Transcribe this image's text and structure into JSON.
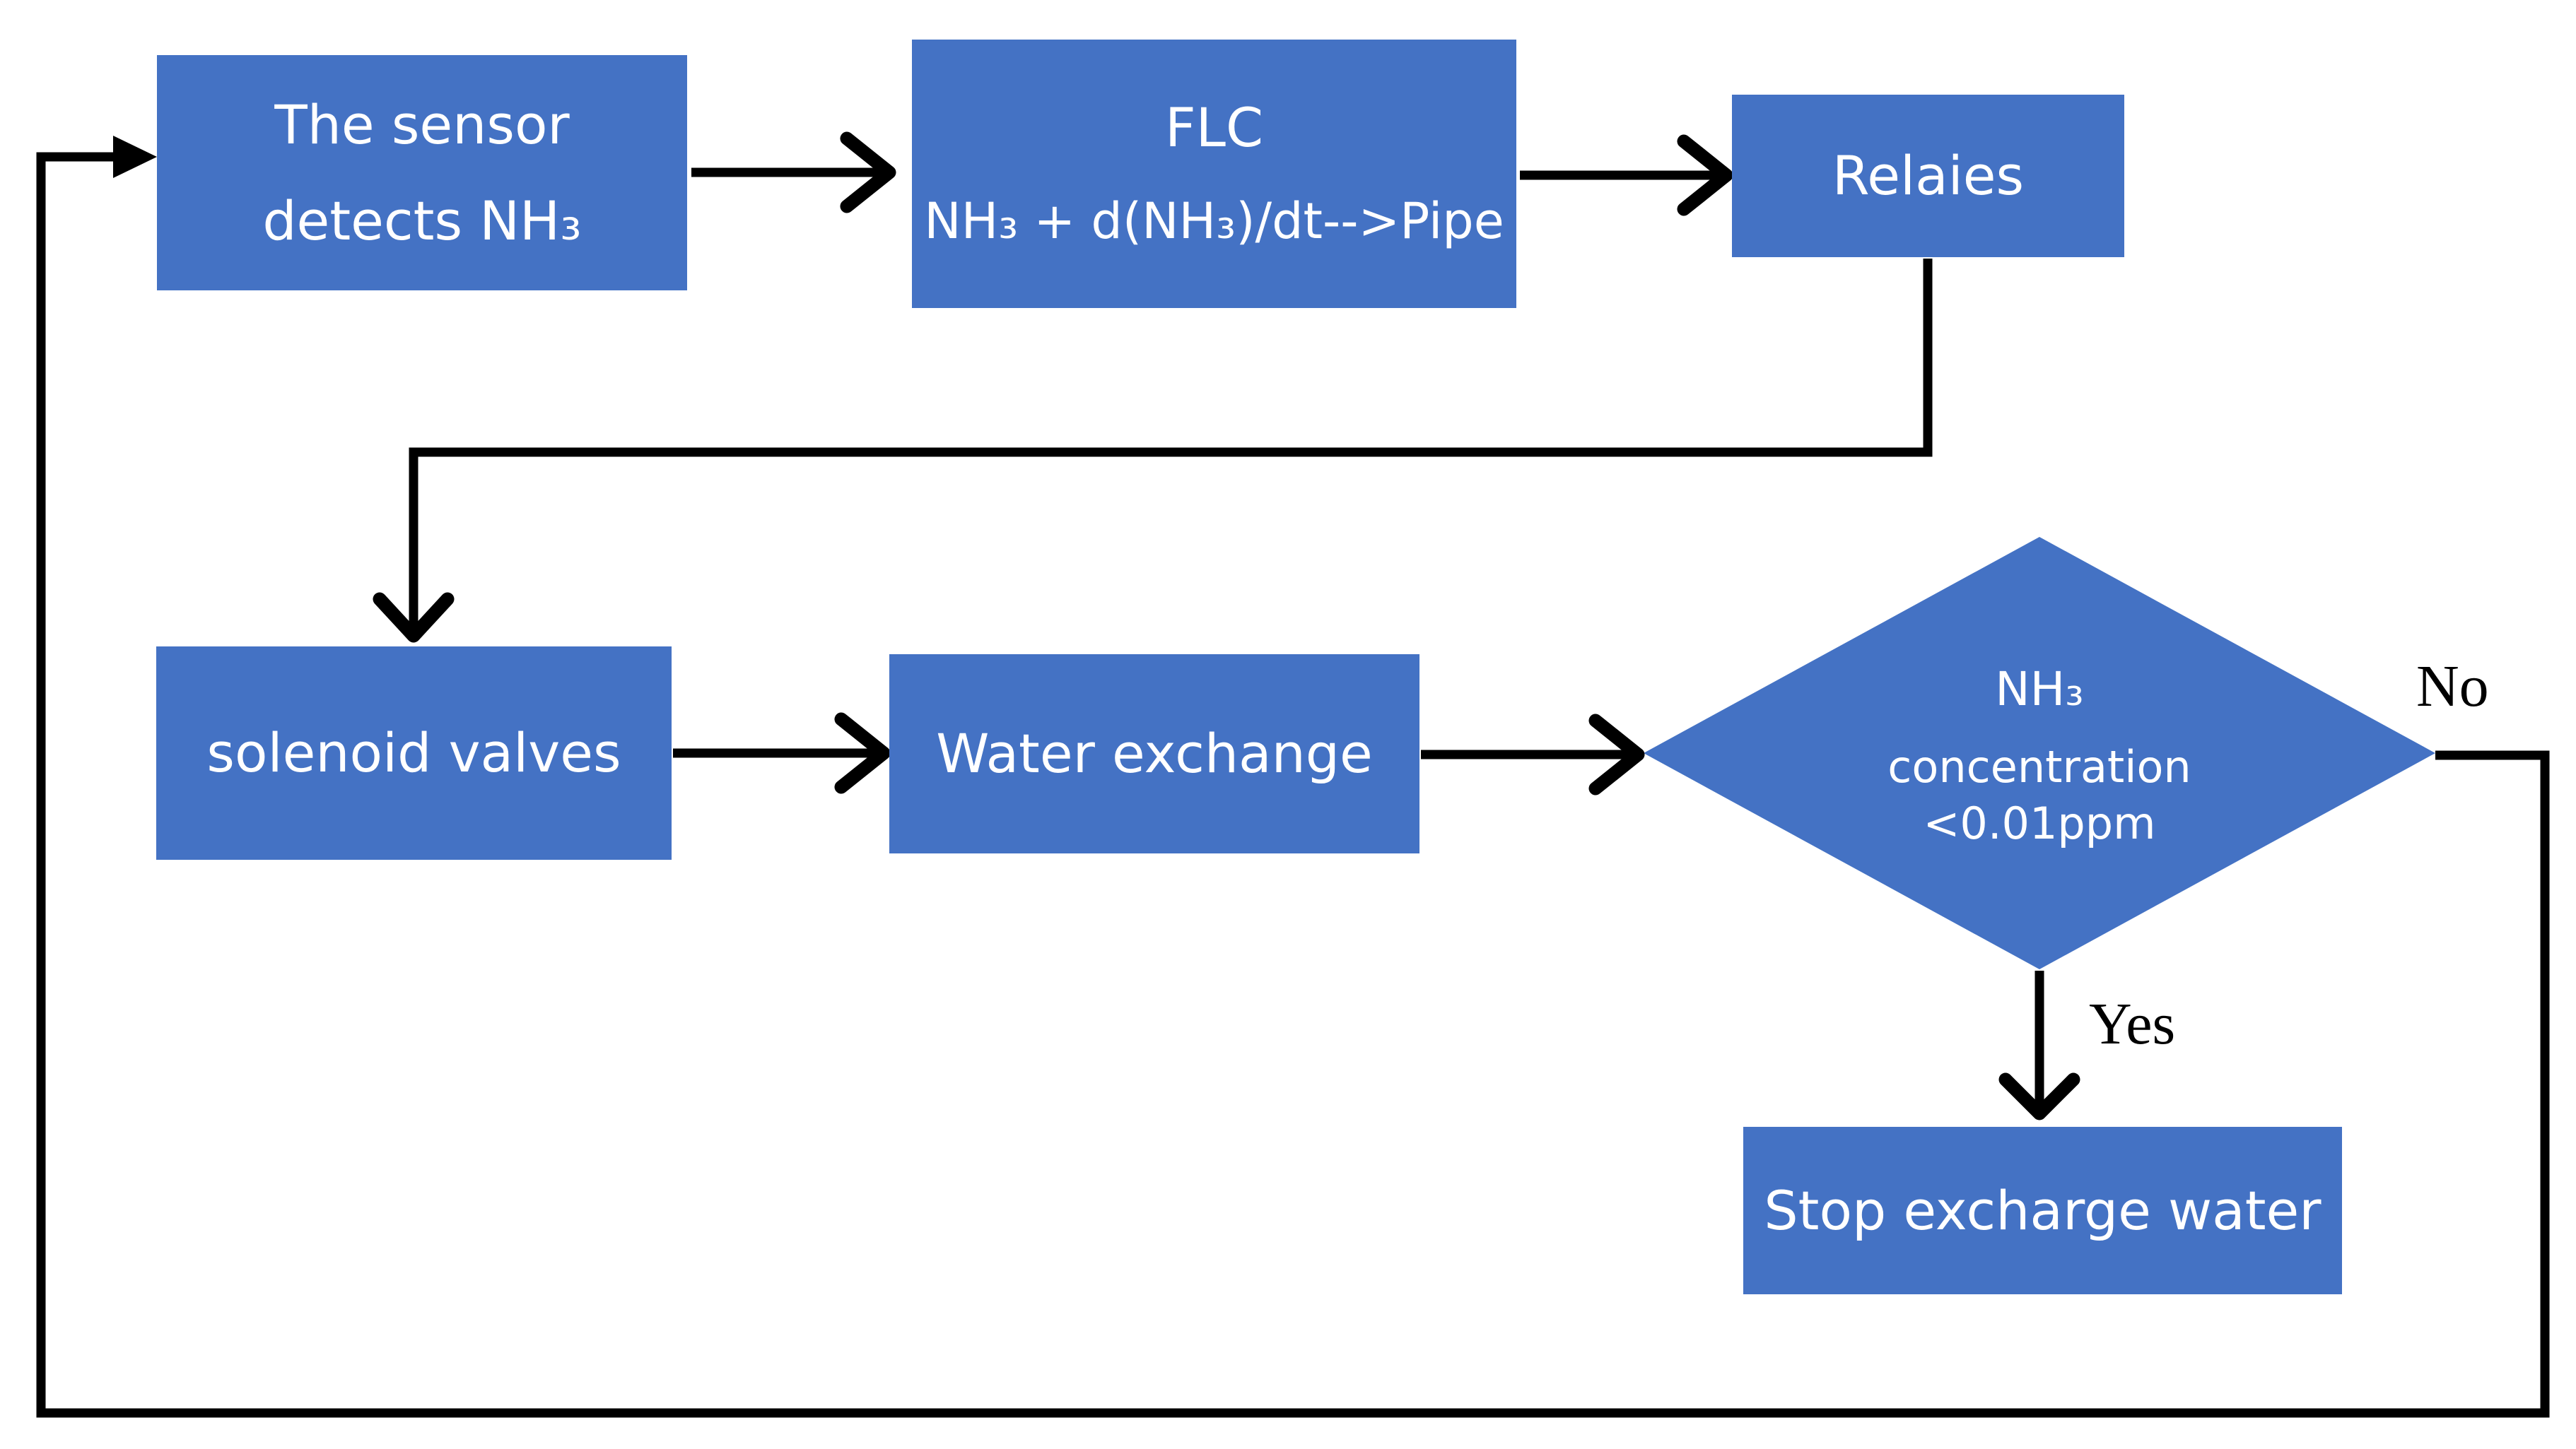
{
  "colors": {
    "node_fill": "#4472C4",
    "node_text": "#ffffff",
    "connector": "#000000",
    "background": "#ffffff"
  },
  "nodes": {
    "sensor": {
      "line1": "The sensor",
      "line2": "detects NH₃"
    },
    "flc": {
      "line1": "FLC",
      "line2": "NH₃ + d(NH₃)/dt-->Pipe"
    },
    "relaies": {
      "line1": "Relaies"
    },
    "solenoid": {
      "line1": "solenoid valves"
    },
    "water": {
      "line1": "Water exchange"
    },
    "decision": {
      "line1": "NH₃",
      "line2": "concentration",
      "line3": "<0.01ppm"
    },
    "stop": {
      "line1": "Stop excharge water"
    }
  },
  "edge_labels": {
    "yes": "Yes",
    "no": "No"
  },
  "edges": [
    {
      "from": "sensor",
      "to": "flc",
      "label": ""
    },
    {
      "from": "flc",
      "to": "relaies",
      "label": ""
    },
    {
      "from": "relaies",
      "to": "solenoid",
      "label": ""
    },
    {
      "from": "solenoid",
      "to": "water",
      "label": ""
    },
    {
      "from": "water",
      "to": "decision",
      "label": ""
    },
    {
      "from": "decision",
      "to": "stop",
      "label": "Yes"
    },
    {
      "from": "decision",
      "to": "sensor",
      "label": "No"
    }
  ]
}
